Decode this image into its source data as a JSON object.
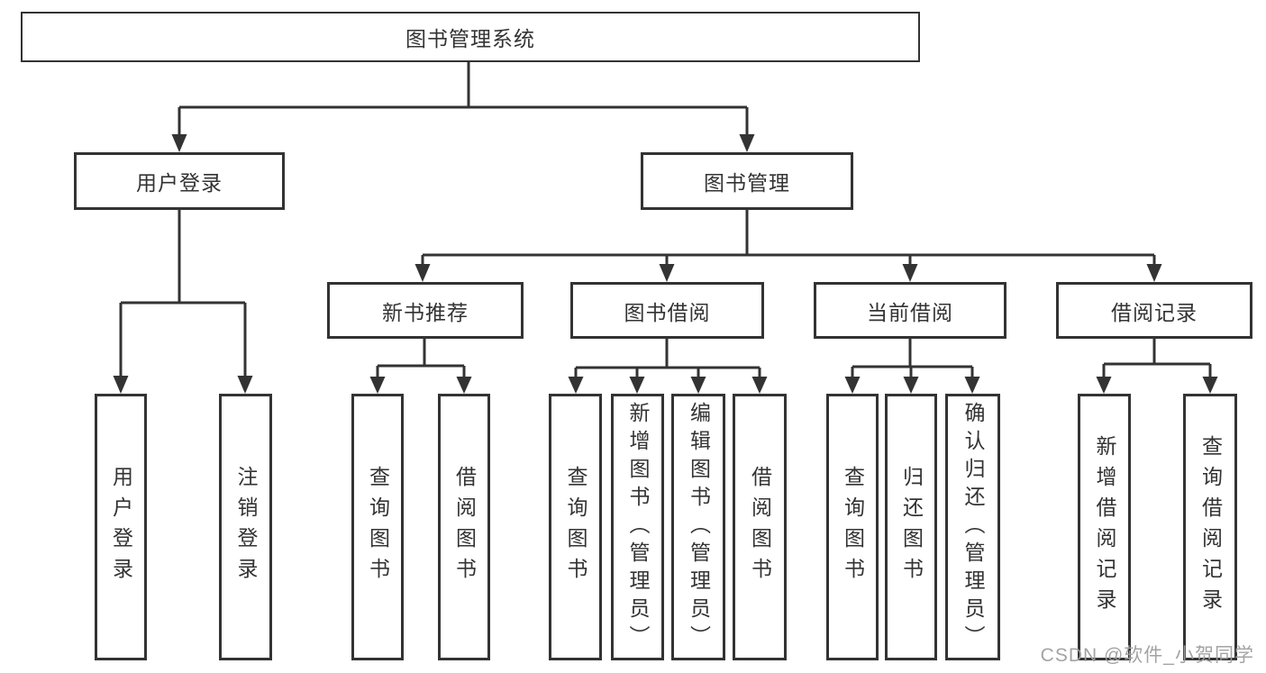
{
  "root": {
    "label": "图书管理系统"
  },
  "level2": [
    {
      "label": "用户登录",
      "leaves": [
        "用户登录",
        "注销登录"
      ]
    },
    {
      "label": "图书管理"
    }
  ],
  "level3": [
    {
      "label": "新书推荐",
      "leaves": [
        "查询图书",
        "借阅图书"
      ]
    },
    {
      "label": "图书借阅",
      "leaves": [
        "查询图书",
        "新增图书（管理员）",
        "编辑图书（管理员）",
        "借阅图书"
      ]
    },
    {
      "label": "当前借阅",
      "leaves": [
        "查询图书",
        "归还图书",
        "确认归还（管理员）"
      ]
    },
    {
      "label": "借阅记录",
      "leaves": [
        "新增借阅记录",
        "查询借阅记录"
      ]
    }
  ],
  "watermark": "CSDN @软件_小贺同学",
  "colors": {
    "line": "#333333",
    "text": "#333333",
    "watermark": "#9e9e9e",
    "background": "#ffffff"
  }
}
